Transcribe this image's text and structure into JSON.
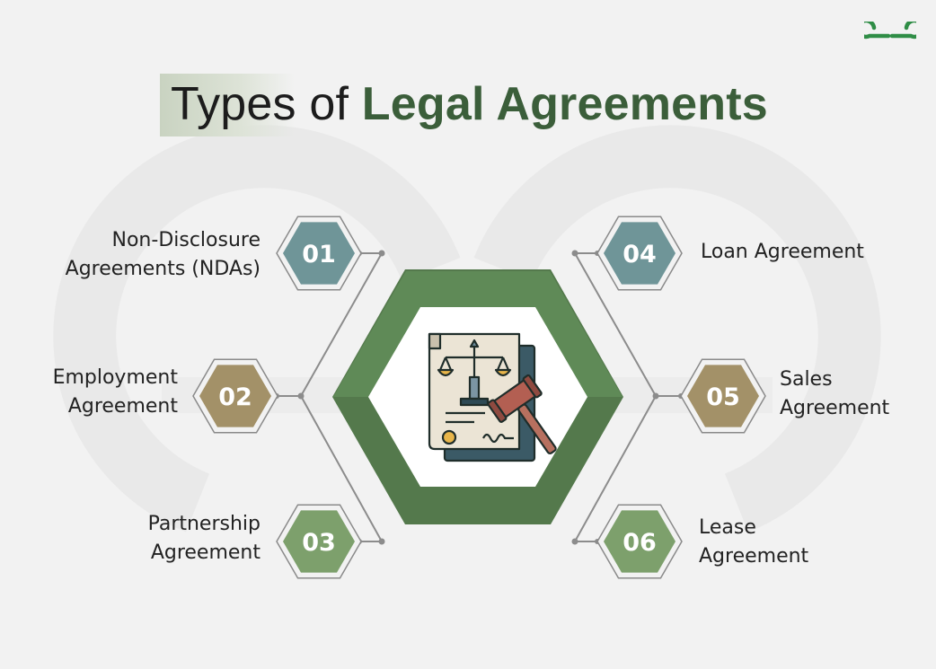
{
  "title": {
    "part1": "Types of ",
    "part2": "Legal Agreements"
  },
  "brand_logo": "GfG",
  "items": [
    {
      "number": "01",
      "label": "Non-Disclosure\nAgreements (NDAs)",
      "color": "#6f9598"
    },
    {
      "number": "02",
      "label": "Employment\nAgreement",
      "color": "#a39168"
    },
    {
      "number": "03",
      "label": "Partnership\nAgreement",
      "color": "#7da06c"
    },
    {
      "number": "04",
      "label": "Loan Agreement",
      "color": "#6f9598"
    },
    {
      "number": "05",
      "label": "Sales\nAgreement",
      "color": "#a39168"
    },
    {
      "number": "06",
      "label": "Lease\nAgreement",
      "color": "#7da06c"
    }
  ],
  "colors": {
    "accent": "#3b5e3a",
    "hex_outer": "#547a4c",
    "line": "#8c8c8c"
  },
  "center_icon": "legal-document-gavel-scales-icon"
}
